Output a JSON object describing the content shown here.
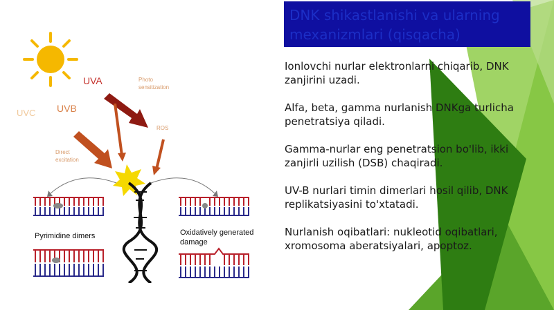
{
  "slide": {
    "title": "DNK shikastlanishi va ularning mexanizmlari (qisqacha)",
    "bullets": [
      "Ionlovchi nurlar elektronlarni chiqarib, DNK zanjirini uzadi.",
      "Alfa, beta, gamma nurlanish DNKga turlicha penetratsiya qiladi.",
      "Gamma-nurlar eng penetratsion bo'lib, ikki zanjirli uzilish (DSB) chaqiradi.",
      "UV-B nurlari timin dimerlari hosil qilib, DNK replikatsiyasini to'xtatadi.",
      "Nurlanish oqibatlari: nukleotid oqibatlari, xromosoma aberatsiyalari, apoptoz."
    ]
  },
  "figure": {
    "labels": {
      "uva": "UVA",
      "uvb": "UVB",
      "uvc": "UVC",
      "photo": "Photo sensitization",
      "ros": "ROS",
      "direct": "Direct excitation",
      "pyrimidine": "Pyrimidine dimers",
      "oxidative": "Oxidatively generated damage"
    }
  },
  "colors": {
    "title_bg": "#0f0fa0",
    "title_text": "#1c2ec6",
    "green_dark": "#2e7d12",
    "green_mid": "#5aa52a",
    "green_light": "#8fcc4a",
    "arrow_red": "#8e1a12",
    "arrow_orange": "#c0501f",
    "sun": "#f5b800",
    "dna_top": "#b8202a",
    "dna_bottom": "#2a2a8a"
  }
}
